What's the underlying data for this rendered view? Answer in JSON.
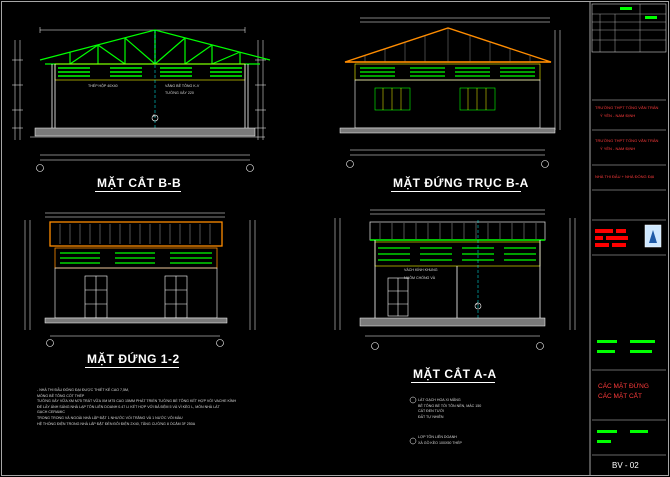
{
  "titles": {
    "section_bb": "MẶT CẮT B-B",
    "elevation_ba": "MẶT ĐỨNG TRỤC B-A",
    "elevation_12": "MẶT ĐỨNG 1-2",
    "section_aa": "MẶT CẮT A-A"
  },
  "notes": [
    "- NHÀ THI ĐẤU ĐÓNG ĐẠI ĐƯỢC THIẾT KẾ CAO 7,5M,",
    "MÓNG BÊ TÔNG CỐT THÉP",
    "TƯỜNG XÂY VỮA XM M75 TRÁT VỮA XM M75 CAO 15MM PHÁT TRIỂN TƯỜNG BỂ TÔNG KẾT HỢP VỚI VACHE KÍNH",
    "ĐỂ LẤY ÁNH SÁNG NHÀ LẠP TÔN LIÊN DOANH 0.47 LI KẾT HỢP VỚI BẢ ĐỆM 5 VÀ VÌ KÈO L, MÓN NHÀ LÁT",
    "GẠCH CERAMIC",
    "TRONG TRONG VÀ NGOÀI NHÀ LẶP ĐẶT 1 NHƯỚC VỐI TRẮNG VÀ 1 NƯỚC VÔI MÀU",
    "HỆ THỐNG ĐIỆN TRONG NHÀ LẮP ĐẶT ĐÈN ĐÔI ĐIỆN 2X40, TĂNG CƯỜNG 8 ỔCẮM 3F 250A"
  ],
  "legend": [
    "LÀT GẠCH HOA XI MĂNG",
    "BÊ TÔNG BỂ TỚI TÔN NỀN, MÁC 150",
    "CÁT ĐEN TƯỚI",
    "ĐẤT TỰ NHIÊN",
    "LỢP TÔN LIÊN DOANH",
    "XÀ GỒ KÈO 100X50 THÉP"
  ],
  "annotations": {
    "truss_bb": "THÉP HỘP 40X40",
    "concrete_bb": "VẮNG BÊ TÔNG K-V",
    "wall_bb": "TƯỜNG XÂY 220",
    "truss_aa": "VÁCH KÍNH KHUNG",
    "wall_aa": "NHÔM CHỐNG VÀ",
    "axis_b": "B",
    "axis_a": "A"
  },
  "title_block": {
    "project_1": "TRƯỜNG THPT TỐNG VĂN TRÂN",
    "place_1": "Ý YÊN - NAM ĐỊNH",
    "project_2": "TRƯỜNG THPT TỐNG VĂN TRÂN",
    "place_2": "Ý YÊN - NAM ĐỊNH",
    "building": "NHÀ THI ĐẤU + NHÀ ĐÓNG ĐẠI",
    "drawing_1": "CÁC MẶT ĐỨNG",
    "drawing_2": "CÁC MẶT CẮT",
    "sheet": "BV - 02"
  },
  "colors": {
    "background": "#000000",
    "truss_green": "#00ff00",
    "roof_orange": "#ff8c00",
    "title_block_red": "#ff0000",
    "dim_white": "#ffffff",
    "facade_yellow": "#ffff00",
    "grid_cyan": "#00ffff"
  }
}
